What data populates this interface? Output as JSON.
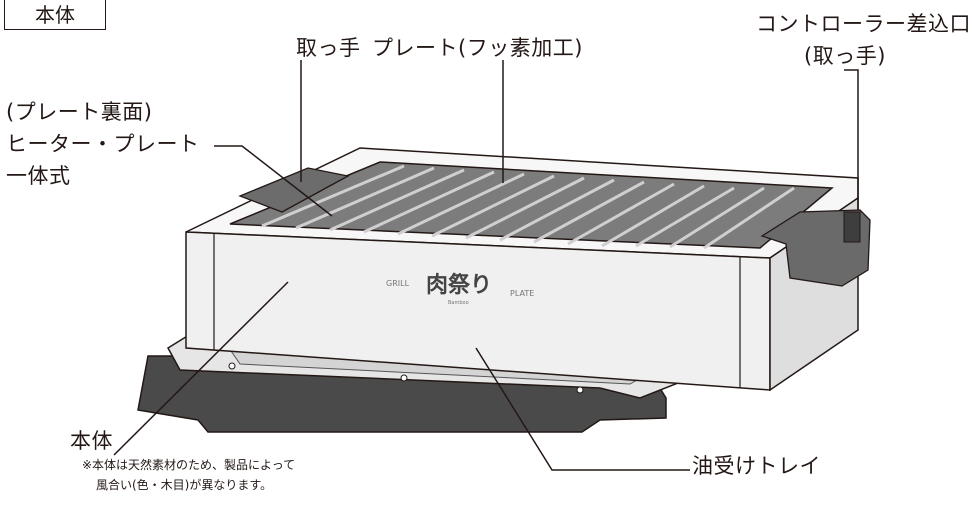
{
  "header": {
    "section_tag": "本体"
  },
  "labels": {
    "handle_left": "取っ手",
    "plate": "プレート(フッ素加工)",
    "controller_line1": "コントローラー差込口",
    "controller_line2": "(取っ手)",
    "plate_back_line1": "(プレート裏面)",
    "plate_back_line2": "ヒーター・プレート",
    "plate_back_line3": "一体式",
    "body": "本体",
    "oil_tray": "油受けトレイ"
  },
  "note": {
    "line1": "※本体は天然素材のため、製品によって",
    "line2": "風合い(色・木目)が異なります。"
  },
  "logo": {
    "left": "GRILL",
    "right": "PLATE",
    "main": "肉祭り",
    "sub": "Bamboo"
  },
  "colors": {
    "line": "#231815",
    "body_fill": "#f2f2f2",
    "grate": "#8a8a8a",
    "tray_dark": "#555555"
  }
}
